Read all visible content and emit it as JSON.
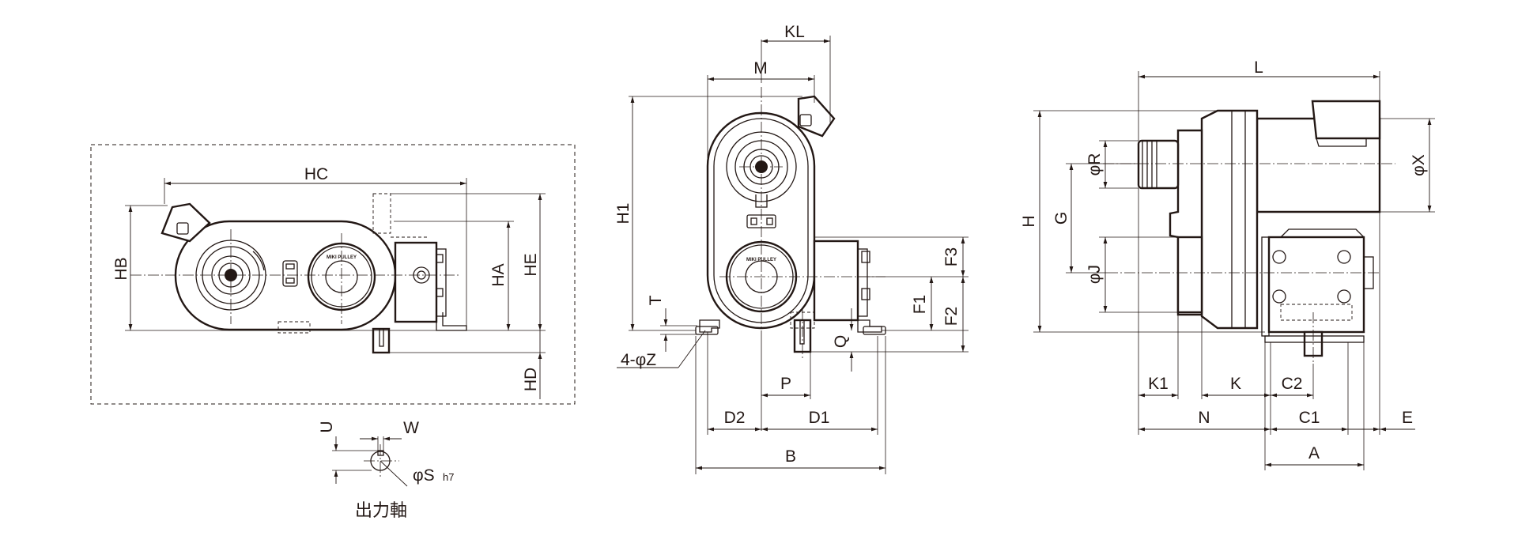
{
  "labels": {
    "hc": "HC",
    "hb": "HB",
    "ha": "HA",
    "he": "HE",
    "hd": "HD",
    "u": "U",
    "w": "W",
    "s": "φS",
    "s_tol": "h7",
    "output_shaft": "出力軸",
    "kl": "KL",
    "m": "M",
    "h1": "H1",
    "t": "T",
    "z": "4-φZ",
    "f3": "F3",
    "f1": "F1",
    "f2": "F2",
    "q": "Q",
    "p": "P",
    "d2": "D2",
    "d1": "D1",
    "b": "B",
    "l": "L",
    "h": "H",
    "g": "G",
    "r": "φR",
    "j": "φJ",
    "x": "φX",
    "k1": "K1",
    "k": "K",
    "c2": "C2",
    "n": "N",
    "c1": "C1",
    "e": "E",
    "a": "A"
  },
  "brand_text": "MIKI PULLEY"
}
